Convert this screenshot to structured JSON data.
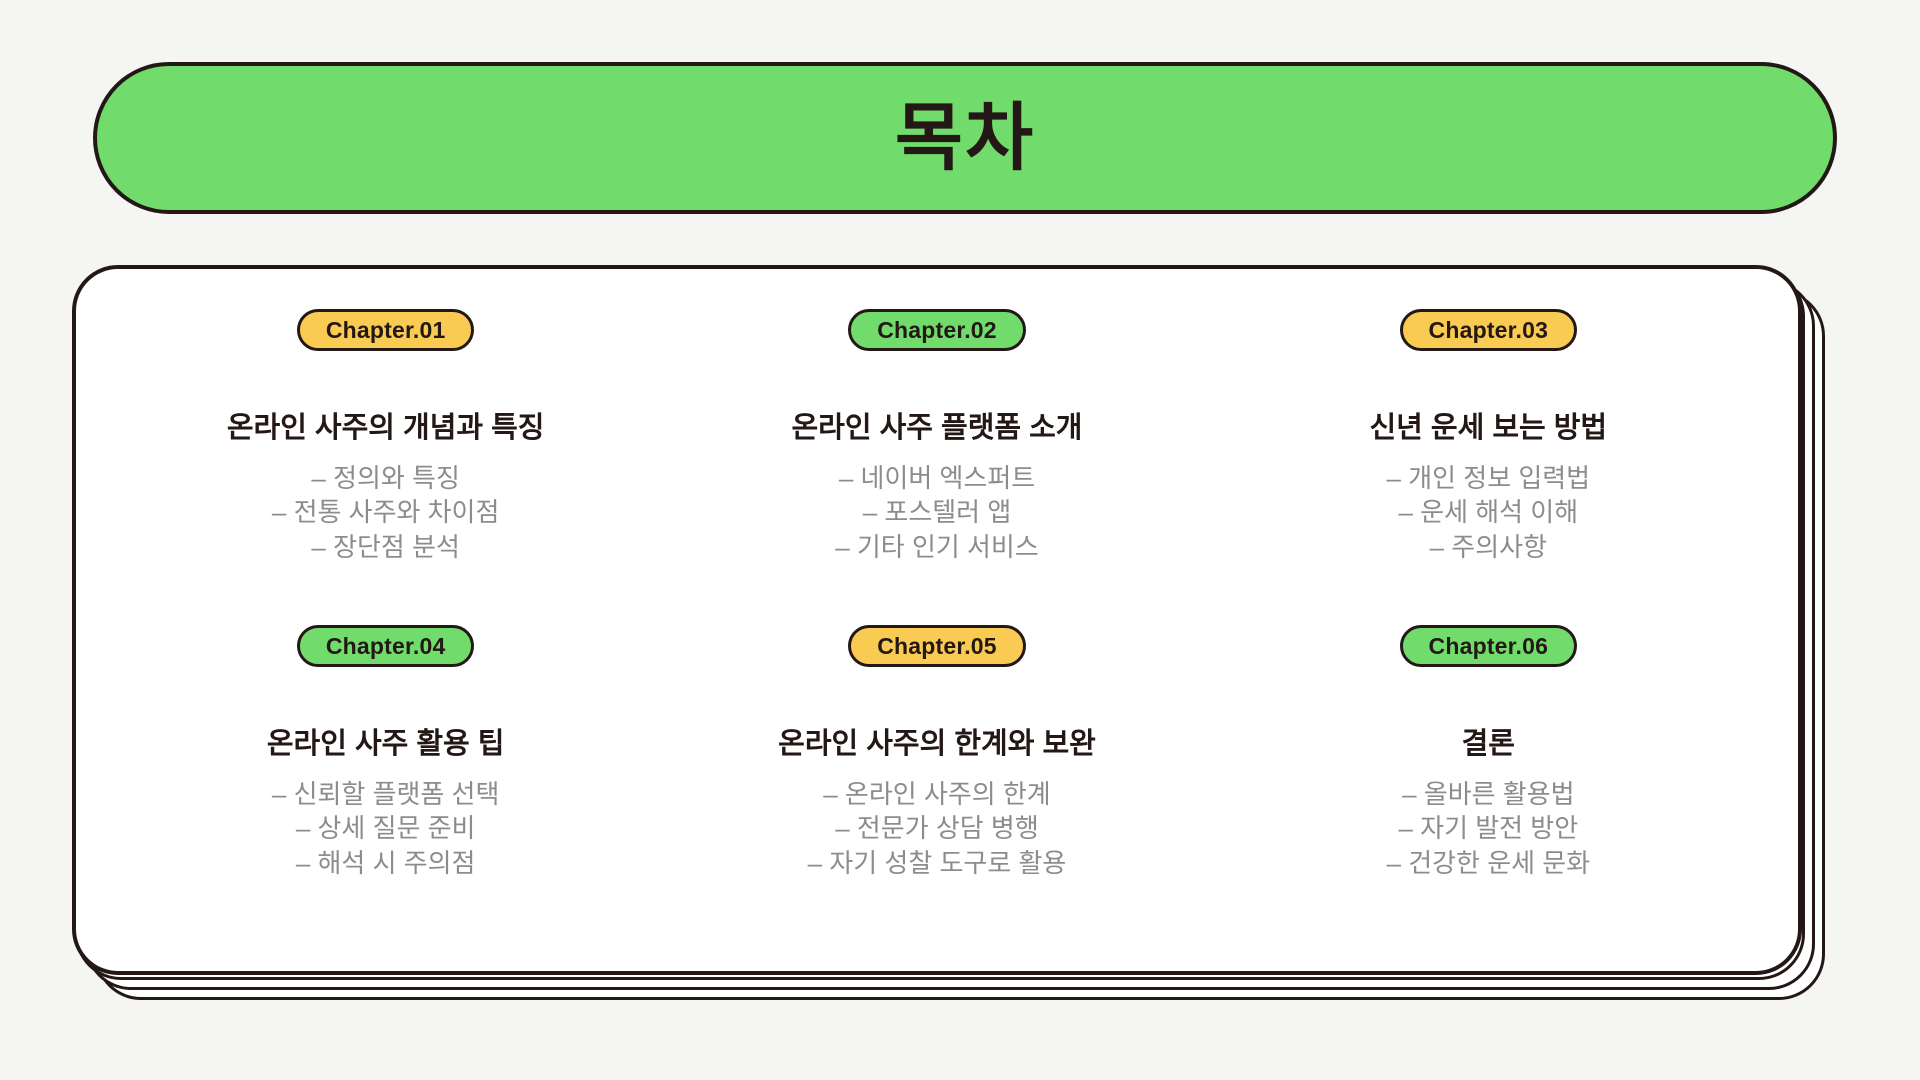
{
  "header": {
    "title": "목차"
  },
  "theme": {
    "background": "#f5f5f4",
    "outline": "#231815",
    "green": "#71DC6B",
    "yellow": "#F9CB53",
    "card": "#ffffff",
    "heading_text": "#231815",
    "item_text": "#8c8c8c"
  },
  "chapters": [
    {
      "badge": "Chapter.01",
      "badge_color": "yellow",
      "heading": "온라인 사주의 개념과 특징",
      "items": [
        "– 정의와 특징",
        "– 전통 사주와 차이점",
        "– 장단점 분석"
      ]
    },
    {
      "badge": "Chapter.02",
      "badge_color": "green",
      "heading": "온라인 사주 플랫폼 소개",
      "items": [
        "– 네이버 엑스퍼트",
        "– 포스텔러 앱",
        "– 기타 인기 서비스"
      ]
    },
    {
      "badge": "Chapter.03",
      "badge_color": "yellow",
      "heading": "신년 운세 보는 방법",
      "items": [
        "– 개인 정보 입력법",
        "– 운세 해석 이해",
        "– 주의사항"
      ]
    },
    {
      "badge": "Chapter.04",
      "badge_color": "green",
      "heading": "온라인 사주 활용 팁",
      "items": [
        "– 신뢰할 플랫폼 선택",
        "– 상세 질문 준비",
        "– 해석 시 주의점"
      ]
    },
    {
      "badge": "Chapter.05",
      "badge_color": "yellow",
      "heading": "온라인 사주의 한계와 보완",
      "items": [
        "– 온라인 사주의 한계",
        "– 전문가 상담 병행",
        "– 자기 성찰 도구로 활용"
      ]
    },
    {
      "badge": "Chapter.06",
      "badge_color": "green",
      "heading": "결론",
      "items": [
        "– 올바른 활용법",
        "– 자기 발전 방안",
        "– 건강한 운세 문화"
      ]
    }
  ]
}
